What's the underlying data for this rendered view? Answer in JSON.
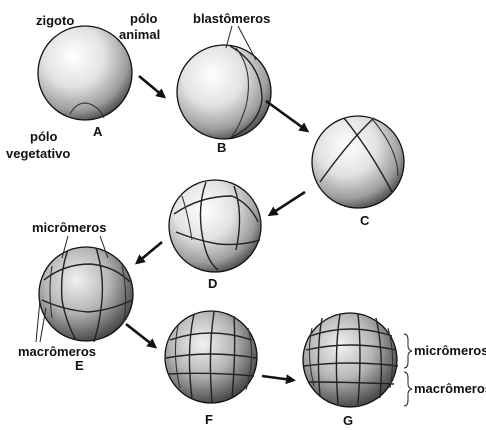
{
  "labels": {
    "zygote": "zigoto",
    "animal_pole_line1": "pólo",
    "animal_pole_line2": "animal",
    "vegetal_pole_line1": "pólo",
    "vegetal_pole_line2": "vegetativo",
    "blastomeres": "blastômeros",
    "micromeres_top": "micrômeros",
    "macromeres_left": "macrômeros",
    "micromeres_right": "micrômeros",
    "macromeres_right": "macrômeros"
  },
  "stages": [
    "A",
    "B",
    "C",
    "D",
    "E",
    "F",
    "G"
  ],
  "colors": {
    "ink": "#111111",
    "background": "#ffffff"
  }
}
